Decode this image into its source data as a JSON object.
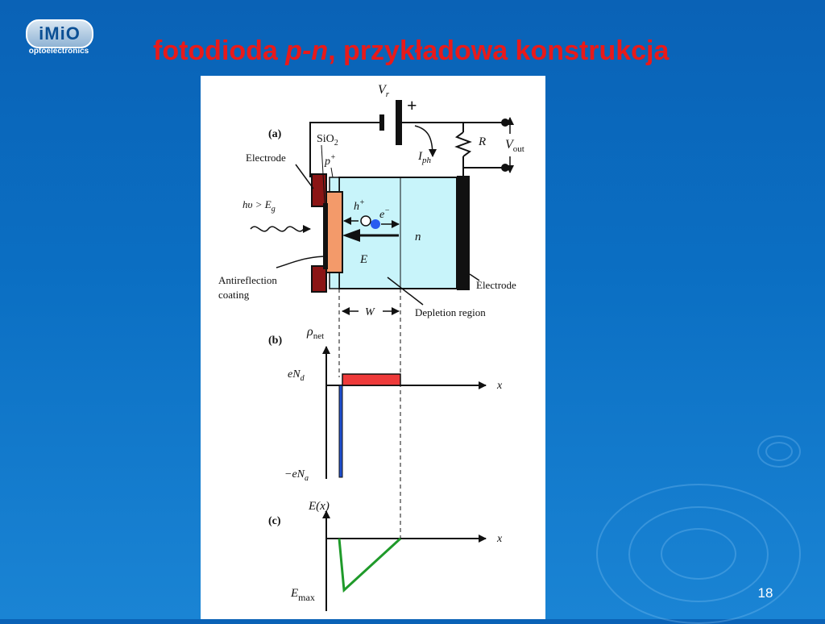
{
  "logo": {
    "text": "iMiO",
    "subtitle": "optoelectronics"
  },
  "slide": {
    "title_part1": "fotodioda ",
    "title_italic": "p-n",
    "title_part2": ", przykładowa konstrukcja",
    "page_number": "18"
  },
  "figure": {
    "panel_a": "(a)",
    "panel_b": "(b)",
    "panel_c": "(c)",
    "vr_main": "V",
    "vr_sub": "r",
    "plus": "+",
    "sio2_main": "SiO",
    "sio2_sub": "2",
    "p_main": "p",
    "p_sup": "+",
    "electrode_left": "Electrode",
    "electrode_right": "Electrode",
    "hv": "hυ > E",
    "hv_sub": "g",
    "hole_main": "h",
    "hole_sup": "+",
    "electron_main": "e",
    "electron_sup": "−",
    "n_label": "n",
    "e_field": "E",
    "iph_main": "I",
    "iph_sub": "ph",
    "r_label": "R",
    "vout_main": "V",
    "vout_sub": "out",
    "anti_line1": "Antireflection",
    "anti_line2": "coating",
    "w_label": "W",
    "depletion": "Depletion region",
    "rho_main": "ρ",
    "rho_sub": "net",
    "end_main": "eN",
    "end_sub": "d",
    "ena_main": "−eN",
    "ena_sub": "a",
    "x_b": "x",
    "ex_label": "E(x)",
    "x_c": "x",
    "emax_main": "E",
    "emax_sub": "max"
  },
  "colors": {
    "background": "#0b6fc3",
    "title": "#e81a1a",
    "n_region": "#c8f4fa",
    "coating": "#f39a6a",
    "electrode": "#8b1515",
    "rho_positive": "#ee3a3a",
    "rho_negative": "#1f4fd0",
    "field_curve": "#1f9a2a",
    "electron": "#2a5cf0"
  }
}
